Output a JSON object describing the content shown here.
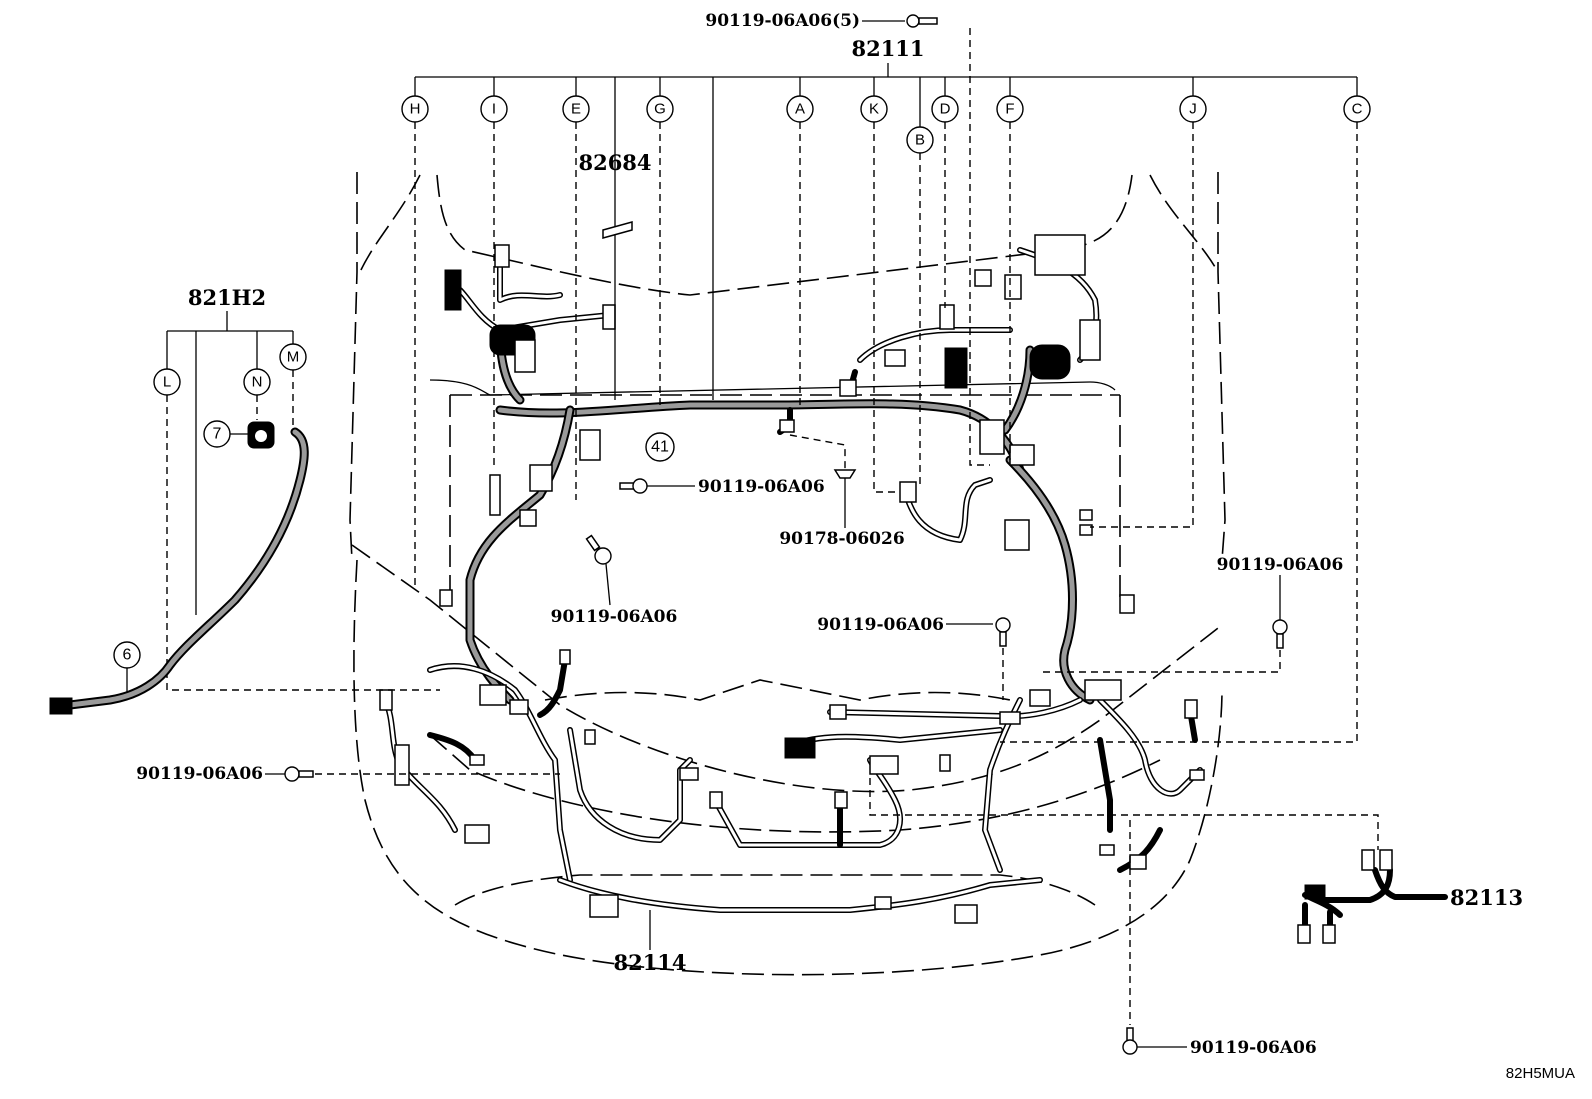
{
  "parts": {
    "harness_main": "82111",
    "harness_front": "82114",
    "harness_sub": "82113",
    "harness_side": "821H2",
    "protector": "82684",
    "clamp": "90178-06026",
    "bolt_top": "90119-06A06(5)",
    "bolt_mid": "90119-06A06",
    "bolt_center_low": "90119-06A06",
    "bolt_center": "90119-06A06",
    "bolt_right": "90119-06A06",
    "bolt_left": "90119-06A06",
    "bolt_bottom": "90119-06A06"
  },
  "callouts": {
    "H": "H",
    "I": "I",
    "E": "E",
    "G": "G",
    "A": "A",
    "K": "K",
    "B": "B",
    "D": "D",
    "F": "F",
    "J": "J",
    "C": "C",
    "L": "L",
    "N": "N",
    "M": "M",
    "n7": "7",
    "n6": "6",
    "n41": "41"
  },
  "figure_code": "82H5MUA"
}
